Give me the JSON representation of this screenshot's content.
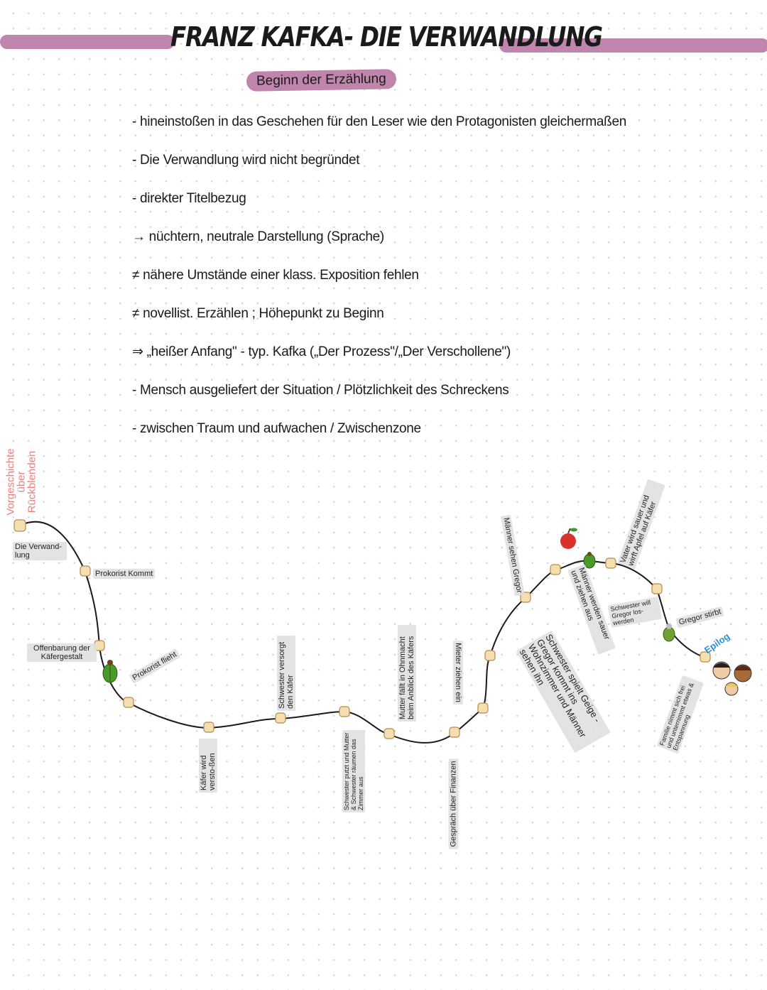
{
  "header": {
    "title": "FRANZ KAFKA- DIE VERWANDLUNG",
    "subtitle": "Beginn der Erzählung"
  },
  "bullets": [
    "- hineinstoßen in das Geschehen für den Leser wie den Protagonisten gleichermaßen",
    "- Die Verwandlung wird nicht begründet",
    "- direkter Titelbezug",
    "→ nüchtern, neutrale Darstellung (Sprache)",
    "≠ nähere Umstände einer klass. Exposition fehlen",
    "≠ novellist. Erzählen ; Höhepunkt zu Beginn",
    "⇒ „heißer Anfang\" - typ. Kafka („Der Prozess\"/„Der Verschollene\")",
    "- Mensch ausgeliefert der Situation / Plötzlichkeit des Schreckens",
    "- zwischen Traum und aufwachen / Zwischenzone"
  ],
  "timeline": {
    "side_label": "Vorgeschichte über Rückblenden",
    "events": [
      "Die Verwand-lung",
      "Prokorist Kommt",
      "Offenbarung der Käfergestalt",
      "Prokorist flieht",
      "Käfer wird versto-ßen",
      "Schwester versorgt den Käfer",
      "Schwester putzt und Mutter & Schwester räumen das Zimmer aus",
      "Mutter fällt in Ohnmacht beim Anblick des Käfers",
      "Gespräch über Finanzen",
      "Mieter ziehen ein",
      "Schwester spielt Geige - Gregor kommt ins Wohnzimmer und Männer sehen ihn",
      "Männer sehen Gregor",
      "Männer werden sauer und ziehen aus",
      "Vater wird sauer und wirft Apfel auf Käfer",
      "Schwester will Gregor los-werden",
      "Gregor stirbt",
      "Epilog",
      "Familie nimmt sich frei und unternimmt etwas & Entspannung"
    ]
  },
  "colors": {
    "accent": "#c085ad",
    "side_label": "#e9807f",
    "epilog": "#2a8fd6"
  }
}
